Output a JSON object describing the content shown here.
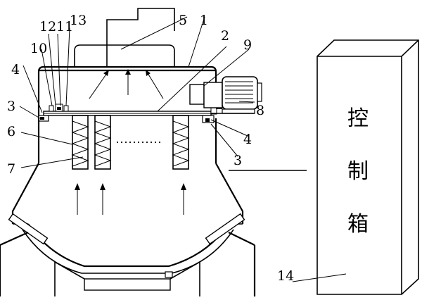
{
  "labels": [
    {
      "id": "l1",
      "text": "1"
    },
    {
      "id": "l2",
      "text": "2"
    },
    {
      "id": "l3a",
      "text": "3"
    },
    {
      "id": "l3b",
      "text": "3"
    },
    {
      "id": "l4a",
      "text": "4"
    },
    {
      "id": "l4b",
      "text": "4"
    },
    {
      "id": "l5",
      "text": "5"
    },
    {
      "id": "l6",
      "text": "6"
    },
    {
      "id": "l7",
      "text": "7"
    },
    {
      "id": "l8",
      "text": "8"
    },
    {
      "id": "l9",
      "text": "9"
    },
    {
      "id": "l10",
      "text": "10"
    },
    {
      "id": "l11",
      "text": "11"
    },
    {
      "id": "l12",
      "text": "12"
    },
    {
      "id": "l13",
      "text": "13"
    },
    {
      "id": "l14",
      "text": "14"
    }
  ],
  "control_box": {
    "chars": [
      "控",
      "制",
      "箱"
    ]
  },
  "colors": {
    "line": "#000000",
    "background": "#ffffff"
  }
}
